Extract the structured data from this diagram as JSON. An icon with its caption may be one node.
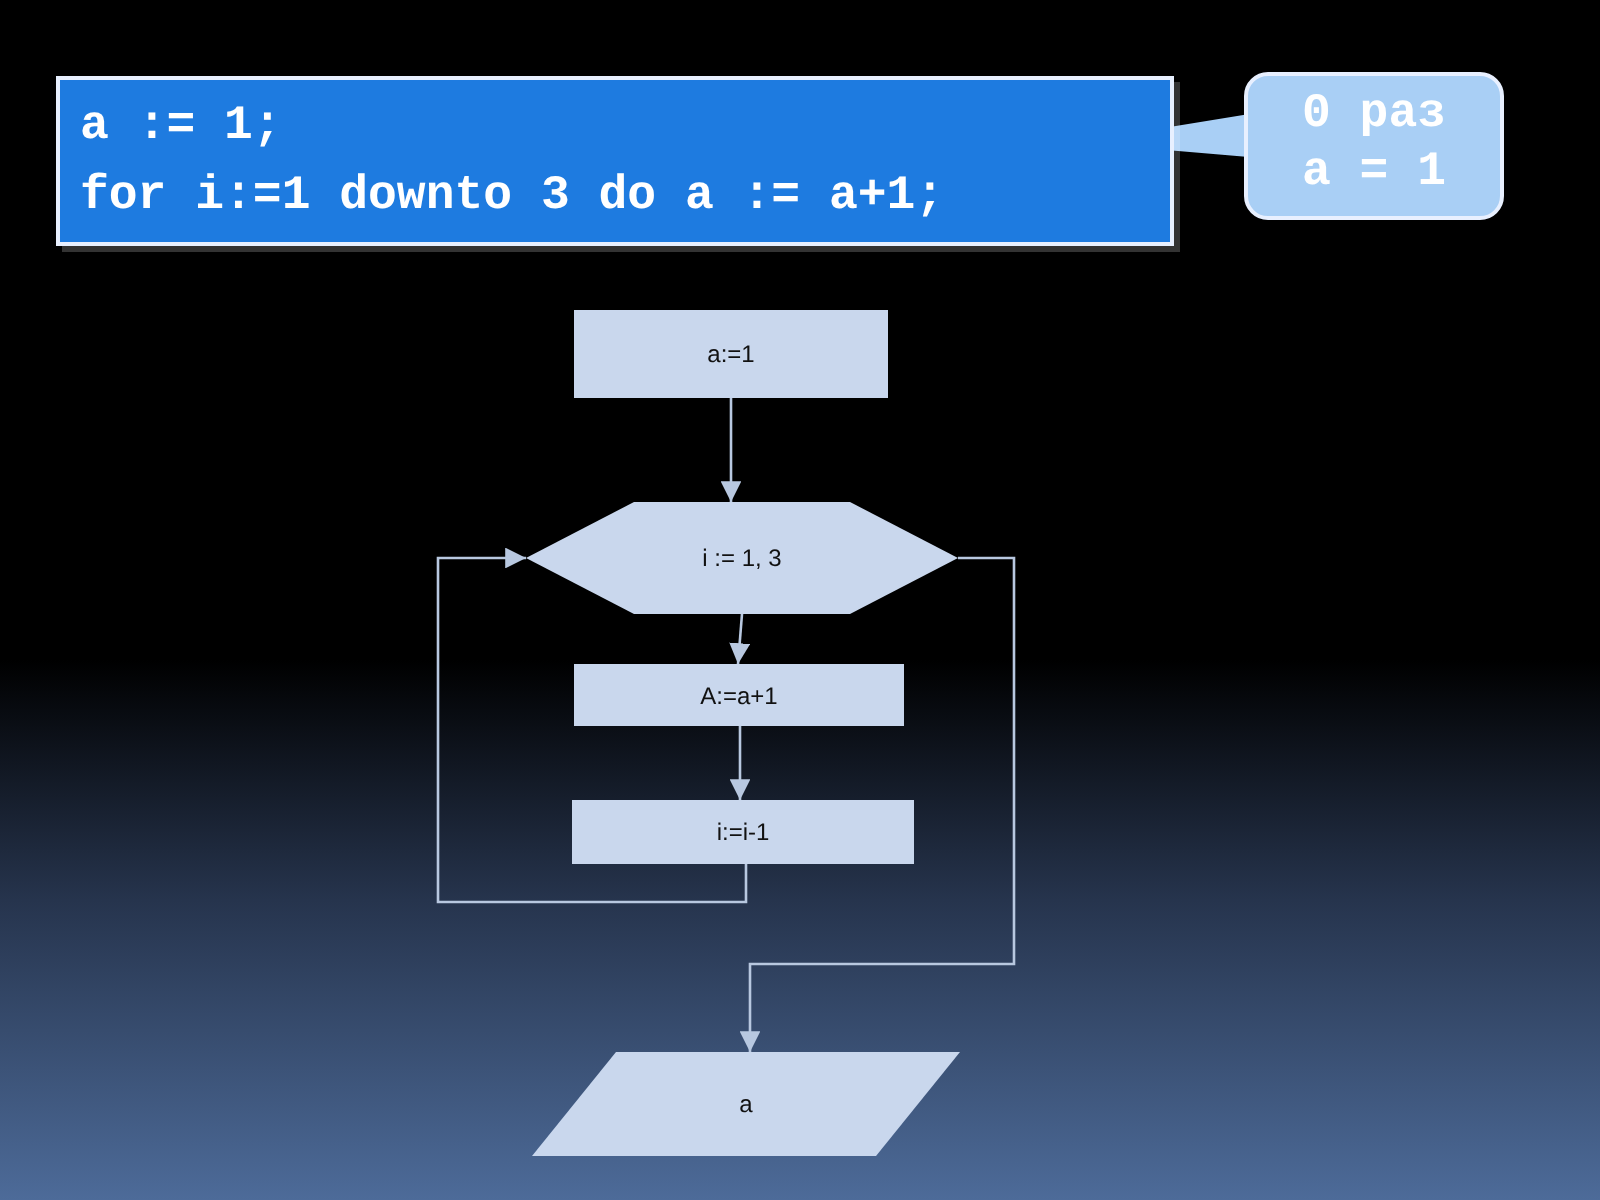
{
  "diagram": {
    "nodes": [
      {
        "text": [
          "a := 1;",
          "for i:=1 downto 3 do a := a+1;"
        ]
      },
      {
        "text": [
          "0 раз",
          "a = 1"
        ]
      },
      {
        "text": [
          "a:=1"
        ]
      },
      {
        "text": [
          "i := 1, 3"
        ]
      },
      {
        "text": [
          "A:=a+1"
        ]
      },
      {
        "text": [
          "i:=i-1"
        ]
      },
      {
        "text": [
          "a"
        ]
      }
    ],
    "edges": [
      {
        "from": 1,
        "to": 0,
        "arrow": "none"
      },
      {
        "from": 2,
        "to": 3,
        "arrow": "to"
      },
      {
        "from": 3,
        "to": 4,
        "arrow": "to"
      },
      {
        "from": 4,
        "to": 5,
        "arrow": "to"
      },
      {
        "from": 5,
        "to": 3,
        "arrow": "to"
      },
      {
        "from": 3,
        "to": 6,
        "arrow": "to"
      }
    ]
  }
}
